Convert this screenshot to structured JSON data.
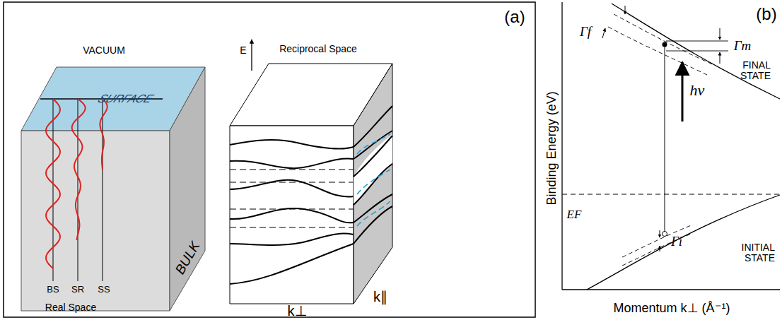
{
  "diagram": {
    "labels": [
      "(a)",
      "VACUUM",
      "SURFACE",
      "BULK",
      "BS",
      "SR",
      "SS",
      "Real Space",
      "Reciprocal Space",
      "E",
      "k⊥",
      "k∥",
      "(b)",
      "Binding Energy (eV)",
      "Γf",
      "Γm",
      "FINAL STATE",
      "hν",
      "EF",
      "INITIAL STATE",
      "Γi",
      "Momentum k⊥ (Å⁻¹)"
    ]
  }
}
